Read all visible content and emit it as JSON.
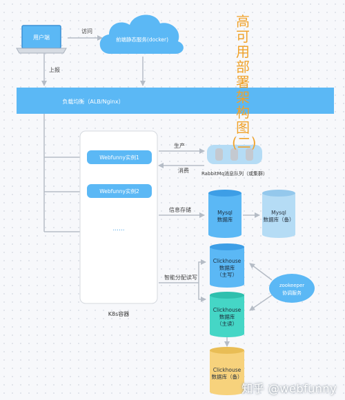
{
  "colors": {
    "blue": "#5bb8f5",
    "blue_dark": "#3d9ee6",
    "light_blue": "#b5dcf5",
    "teal": "#45d6c6",
    "yellow": "#f7d27c",
    "gray_line": "#b5bcc6",
    "title": "#f0a22a"
  },
  "title_chars": [
    "高",
    "可",
    "用",
    "部",
    "署",
    "架",
    "构",
    "图",
    "(二)"
  ],
  "nodes": {
    "user_client": "用户端",
    "static_service": "前端静态服务(docker)",
    "load_balancer": "负载均衡（ALB/Nginx）",
    "instance_1": "Webfunny实例1",
    "instance_2": "Webfunny实例2",
    "instance_more": "......",
    "k8s": "K8s容器",
    "rabbitmq": "RabbitMq消息队列（或集群）",
    "mysql": [
      "Mysql",
      "数据库"
    ],
    "mysql_backup": [
      "Mysql",
      "数据库（备）"
    ],
    "ch_master": [
      "Clickhouse",
      "数据库",
      "（主写）"
    ],
    "ch_read": [
      "Clickhouse",
      "数据库",
      "（主读）"
    ],
    "ch_backup": [
      "Clickhouse",
      "数据库（备）"
    ],
    "zookeeper": [
      "zookeeper",
      "协调服务"
    ]
  },
  "edges": {
    "visit": "访问",
    "report": "上报",
    "produce": "生产",
    "consume": "消费",
    "store": "信息存储",
    "smart_rw": "智能分配读写"
  },
  "watermark": "知乎 @webfunny"
}
